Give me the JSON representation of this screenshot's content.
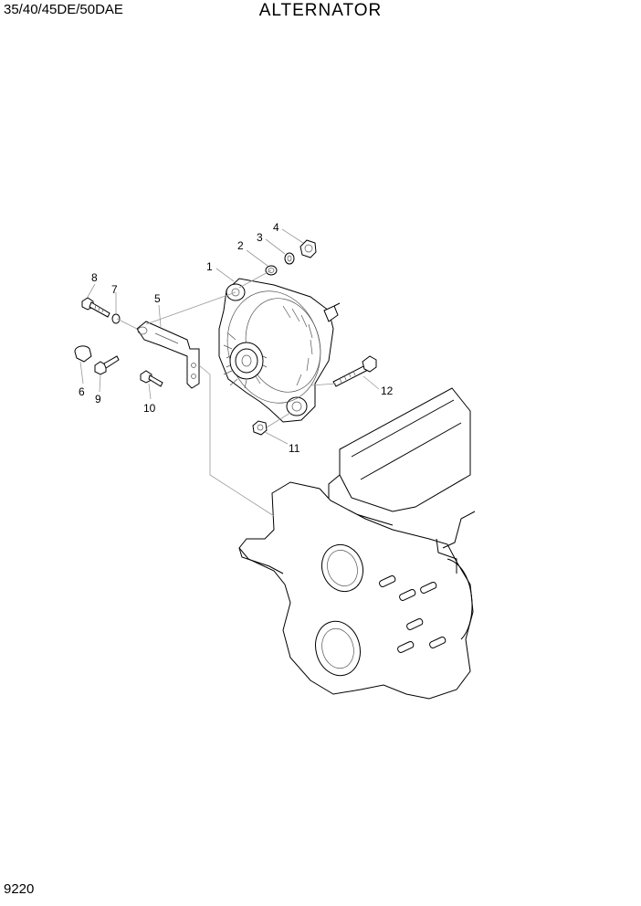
{
  "header": {
    "model": "35/40/45DE/50DAE",
    "title": "ALTERNATOR"
  },
  "footer": {
    "page_number": "9220"
  },
  "callouts": [
    "1",
    "2",
    "3",
    "4",
    "5",
    "6",
    "7",
    "8",
    "9",
    "10",
    "11",
    "12"
  ]
}
